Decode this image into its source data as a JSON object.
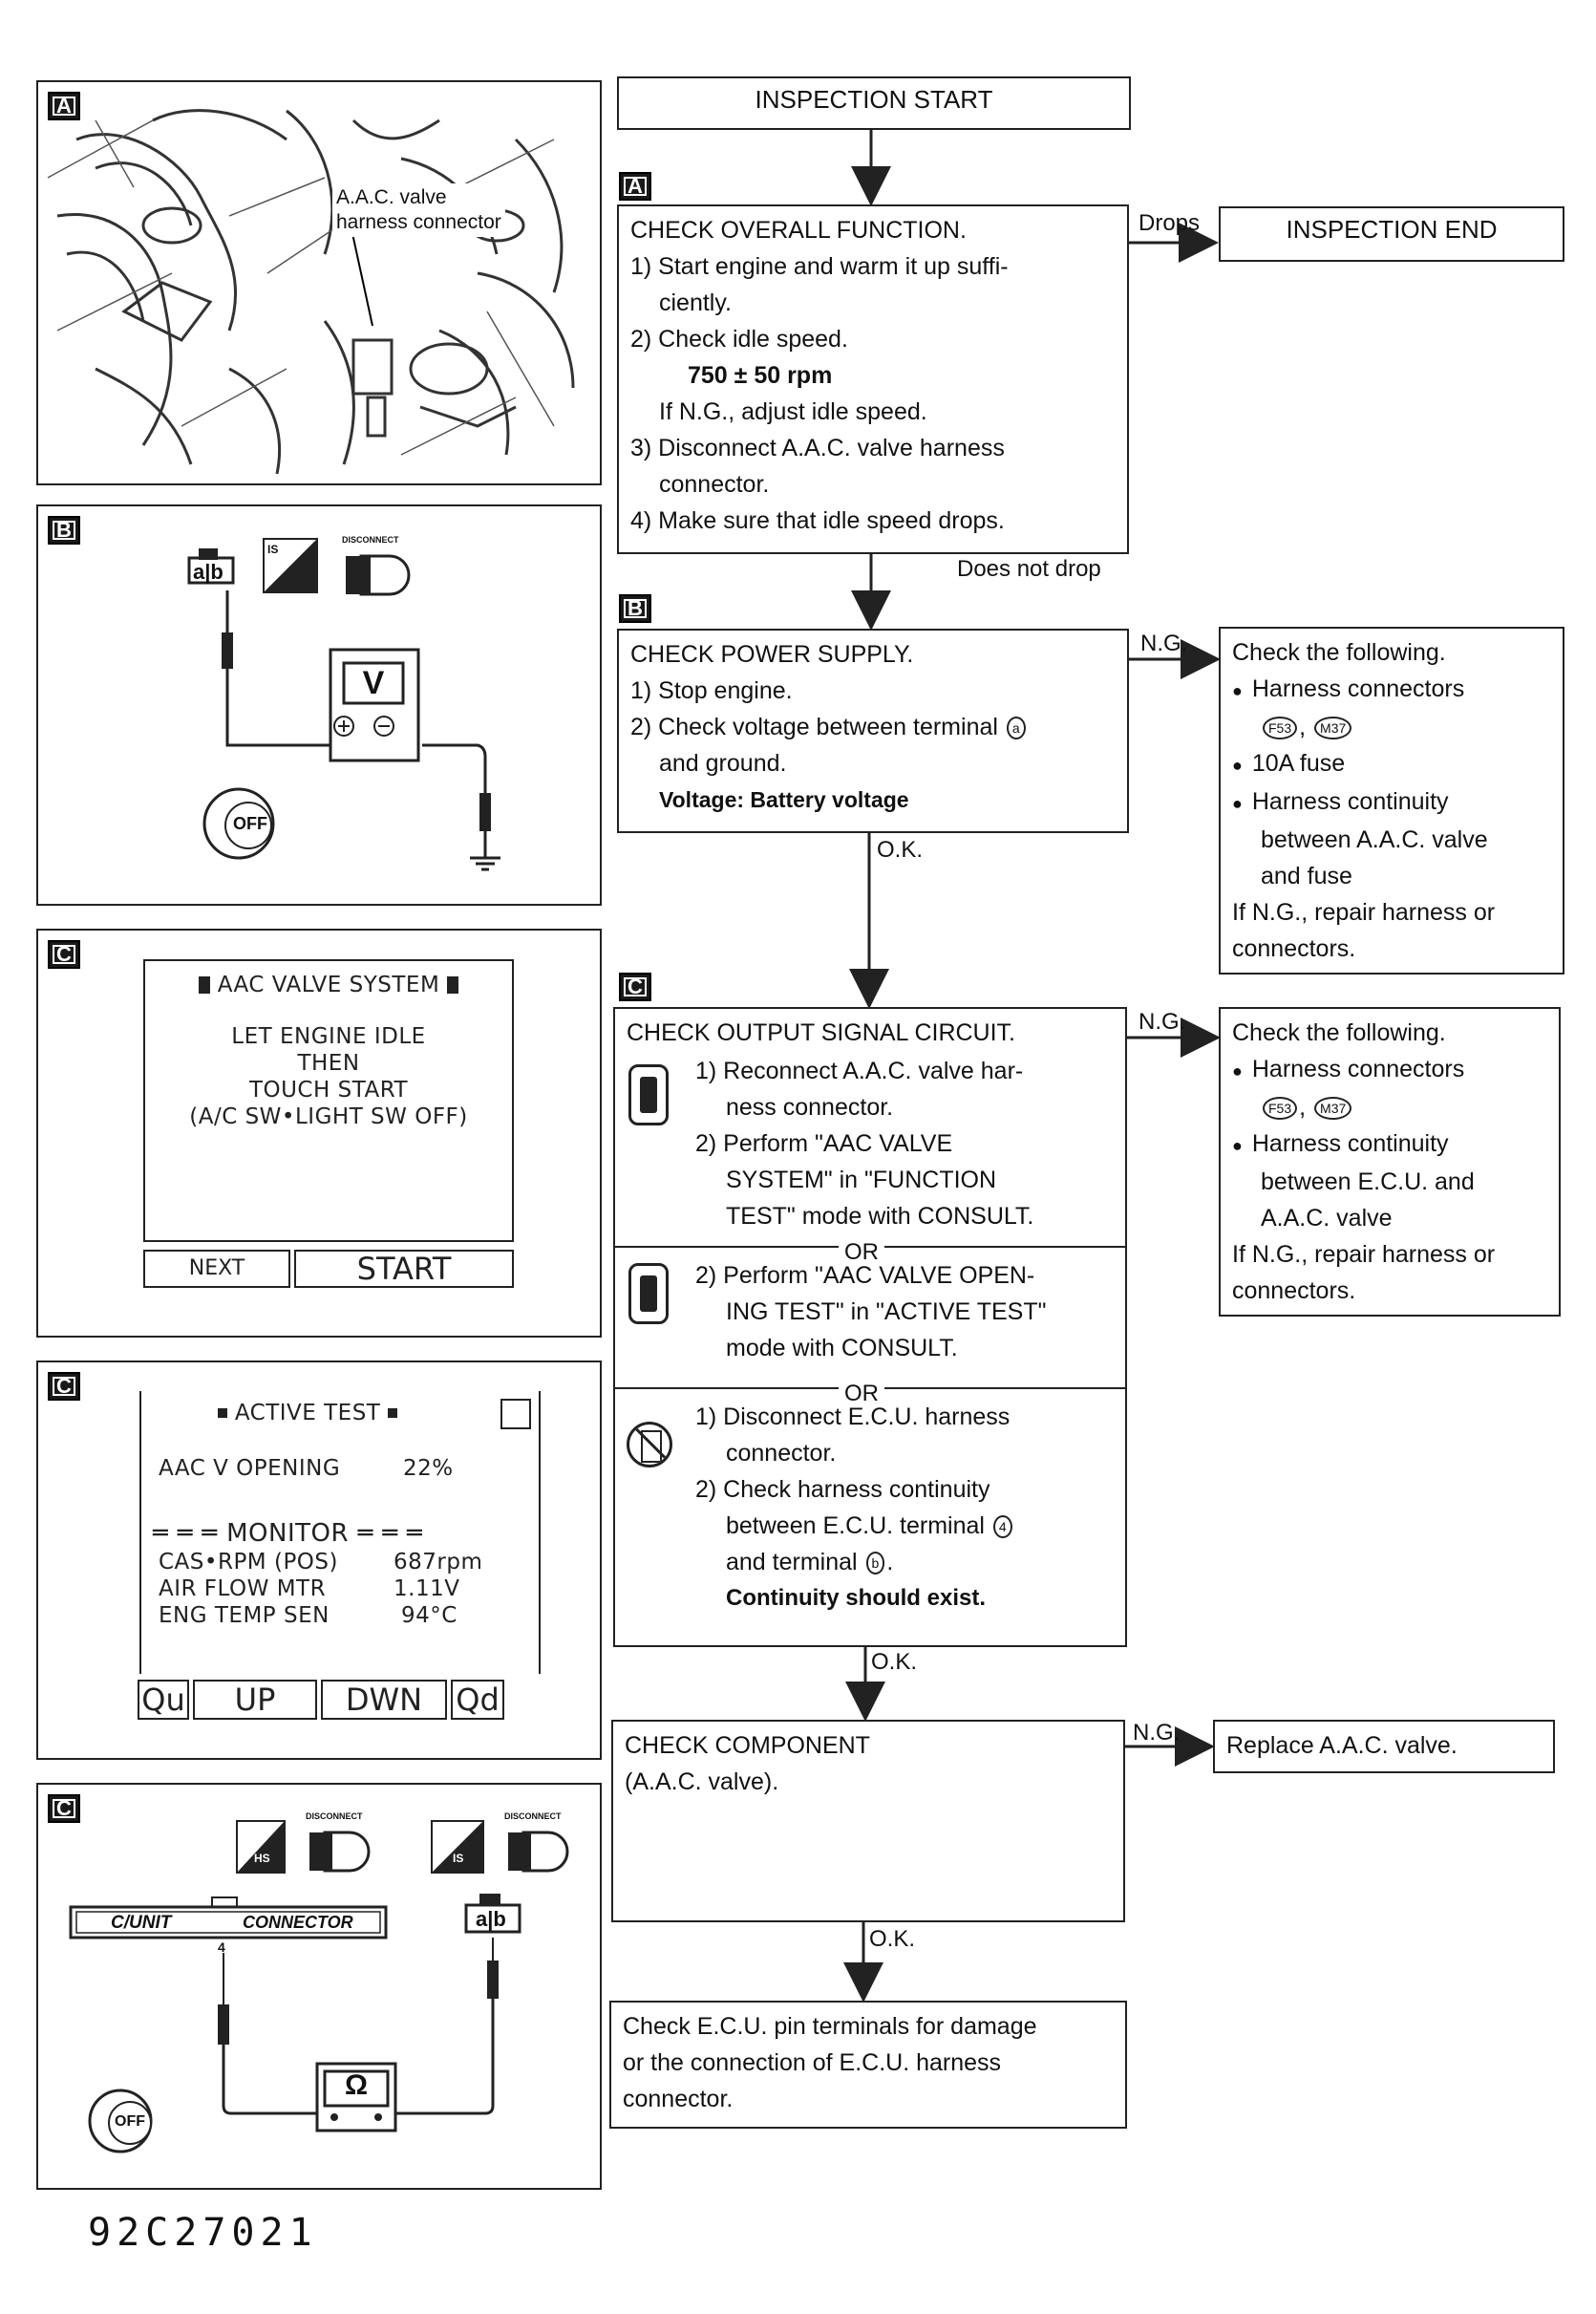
{
  "panel_a": {
    "tag": "A",
    "callout": [
      "A.A.C. valve",
      "harness connector"
    ]
  },
  "panel_b": {
    "tag": "B",
    "meter_label": "V",
    "disconnect": "DISCONNECT",
    "terminal_a": "a",
    "terminal_b": "b",
    "off": "OFF",
    "is": "IS"
  },
  "panel_c1": {
    "tag": "C",
    "title": "AAC VALVE SYSTEM",
    "lines": [
      "LET ENGINE IDLE",
      "THEN",
      "TOUCH START",
      "(A/C SW•LIGHT SW OFF)"
    ],
    "next": "NEXT",
    "start": "START"
  },
  "panel_c2": {
    "tag": "C",
    "title": "ACTIVE TEST",
    "item_label": "AAC V OPENING",
    "item_value": "22%",
    "monitor": "MONITOR",
    "rows": [
      {
        "label": "CAS•RPM (POS)",
        "value": "687rpm"
      },
      {
        "label": "AIR FLOW MTR",
        "value": "1.11V"
      },
      {
        "label": "ENG TEMP SEN",
        "value": "94°C"
      }
    ],
    "buttons": [
      "Qu",
      "UP",
      "DWN",
      "Qd"
    ]
  },
  "panel_c3": {
    "tag": "C",
    "cunit": "C/UNIT",
    "connector": "CONNECTOR",
    "pin": "4",
    "meter_label": "Ω",
    "disconnect": "DISCONNECT",
    "hs": "HS",
    "is": "IS",
    "terminal_a": "a",
    "terminal_b": "b",
    "off": "OFF"
  },
  "flow": {
    "start": "INSPECTION START",
    "tag_a": "A",
    "tag_b": "B",
    "tag_c": "C",
    "overall": {
      "title": "CHECK OVERALL FUNCTION.",
      "l1": "1) Start engine and warm it up suffi-",
      "l1b": "ciently.",
      "l2": "2) Check idle speed.",
      "l2b": "750 ± 50 rpm",
      "l2c": "If N.G., adjust idle speed.",
      "l3": "3) Disconnect A.A.C. valve harness",
      "l3b": "connector.",
      "l4": "4) Make sure that idle speed drops."
    },
    "drops": "Drops",
    "end": "INSPECTION END",
    "does_not_drop": "Does not drop",
    "power": {
      "title": "CHECK POWER SUPPLY.",
      "l1": "1) Stop engine.",
      "l2": "2) Check voltage between terminal",
      "l2_term": "a",
      "l2b": "and ground.",
      "l3": "Voltage: Battery voltage"
    },
    "ng1": "N.G.",
    "ng1_box": {
      "title": "Check the following.",
      "b1": "Harness connectors",
      "b1_codes": [
        "F53",
        "M37"
      ],
      "b2": "10A fuse",
      "b3": "Harness continuity",
      "b3b": "between A.A.C. valve",
      "b3c": "and fuse",
      "l4": "If N.G., repair harness or",
      "l4b": "connectors."
    },
    "ok1": "O.K.",
    "output": {
      "title": "CHECK OUTPUT SIGNAL CIRCUIT.",
      "a1": "1) Reconnect A.A.C. valve har-",
      "a1b": "ness connector.",
      "a2": "2) Perform \"AAC VALVE",
      "a2b": "SYSTEM\" in \"FUNCTION",
      "a2c": "TEST\" mode with CONSULT.",
      "or": "OR",
      "b1": "2) Perform \"AAC VALVE OPEN-",
      "b1b": "ING TEST\" in \"ACTIVE TEST\"",
      "b1c": "mode with CONSULT.",
      "c1": "1) Disconnect E.C.U. harness",
      "c1b": "connector.",
      "c2": "2) Check harness continuity",
      "c2b": "between E.C.U. terminal",
      "c2b_term": "4",
      "c2c": "and terminal",
      "c2c_term": "b",
      "c3": "Continuity should exist."
    },
    "ng2": "N.G.",
    "ng2_box": {
      "title": "Check the following.",
      "b1": "Harness connectors",
      "b1_codes": [
        "F53",
        "M37"
      ],
      "b2": "Harness continuity",
      "b2b": "between E.C.U. and",
      "b2c": "A.A.C. valve",
      "l3": "If N.G., repair harness or",
      "l3b": "connectors."
    },
    "ok2": "O.K.",
    "component": {
      "title": "CHECK COMPONENT",
      "l1": "(A.A.C. valve)."
    },
    "ng3": "N.G.",
    "replace": "Replace A.A.C. valve.",
    "ok3": "O.K.",
    "final": {
      "l1": "Check E.C.U. pin terminals for damage",
      "l2": "or the connection of E.C.U. harness",
      "l3": "connector."
    }
  },
  "footer_code": "92C27021"
}
